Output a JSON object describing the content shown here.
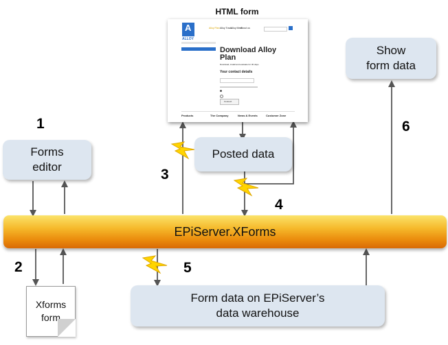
{
  "html_form": {
    "title": "HTML form",
    "logo_text": "ALLOY",
    "nav_items": [
      "Alloy Plan",
      "Alloy Track",
      "Alloy Meet",
      "About us"
    ],
    "heading": "Download Alloy Plan",
    "subheading": "Download, install and evaluate for 30 days",
    "section_title": "Your contact details",
    "button_label": "Connect",
    "footer_cols": [
      "Products",
      "The Company",
      "News & Events",
      "Customer Zone"
    ]
  },
  "steps": {
    "s1": "1",
    "s2": "2",
    "s3": "3",
    "s4": "4",
    "s5": "5",
    "s6": "6"
  },
  "boxes": {
    "forms_editor": "Forms\neditor",
    "posted_data": "Posted data",
    "show_form_data": "Show\nform data",
    "warehouse": "Form data on EPiServer’s\ndata warehouse"
  },
  "bar_label": "EPiServer.XForms",
  "xforms_doc": "Xforms\nform",
  "colors": {
    "box_fill": "#dde6f0",
    "bar_top": "#fbe36a",
    "bar_bottom": "#d96a05",
    "bolt": "#ffd400"
  }
}
